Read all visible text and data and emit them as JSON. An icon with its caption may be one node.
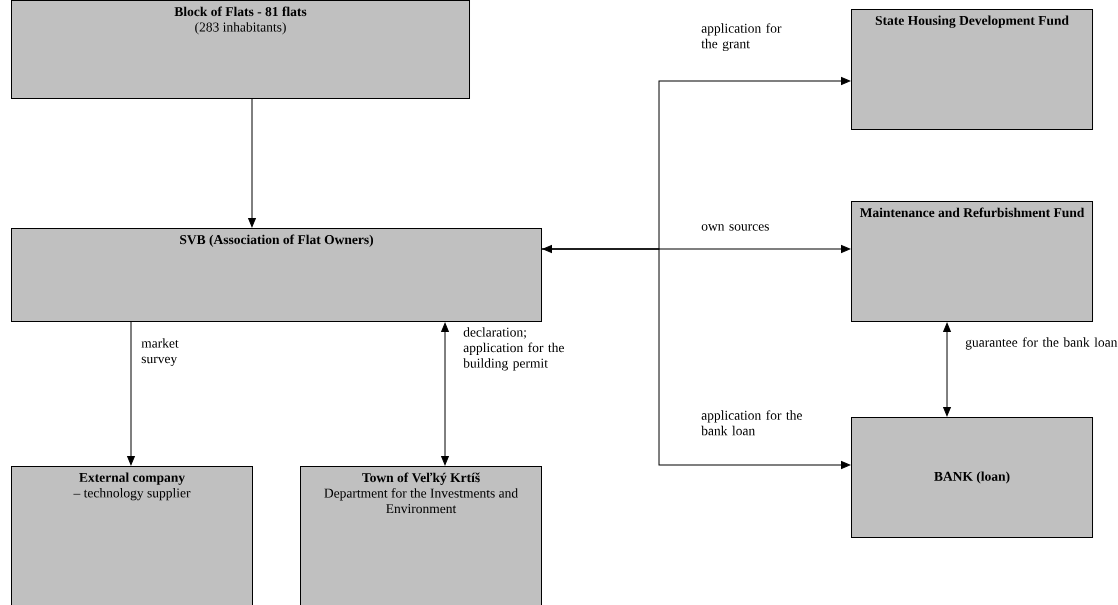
{
  "diagram": {
    "nodes": [
      {
        "text": [
          "Block of Flats - 81 flats",
          "(283 inhabitants)"
        ]
      },
      {
        "text": [
          "SVB (Association of Flat Owners)"
        ]
      },
      {
        "text": [
          "External company",
          "– technology supplier"
        ]
      },
      {
        "text": [
          "Town of Veľký Krtíš",
          "Department for the Investments and Environment"
        ]
      },
      {
        "text": [
          "State Housing Development Fund"
        ]
      },
      {
        "text": [
          "Maintenance and Refurbishment Fund"
        ]
      },
      {
        "text": [
          "BANK (loan)"
        ]
      }
    ],
    "edges": [
      {
        "from": 0,
        "to": 1,
        "arrow": "to"
      },
      {
        "from": 1,
        "to": 2,
        "arrow": "to",
        "label": "market survey"
      },
      {
        "from": 1,
        "to": 3,
        "arrow": "both",
        "label": "declaration; application for the building permit"
      },
      {
        "from": 1,
        "to": 5,
        "arrow": "both",
        "label": "own sources"
      },
      {
        "from": 1,
        "to": 4,
        "arrow": "to",
        "label": "application for the grant"
      },
      {
        "from": 1,
        "to": 6,
        "arrow": "to",
        "label": "application for the bank loan"
      },
      {
        "from": 5,
        "to": 6,
        "arrow": "both",
        "label": "guarantee for the bank loan"
      }
    ]
  }
}
